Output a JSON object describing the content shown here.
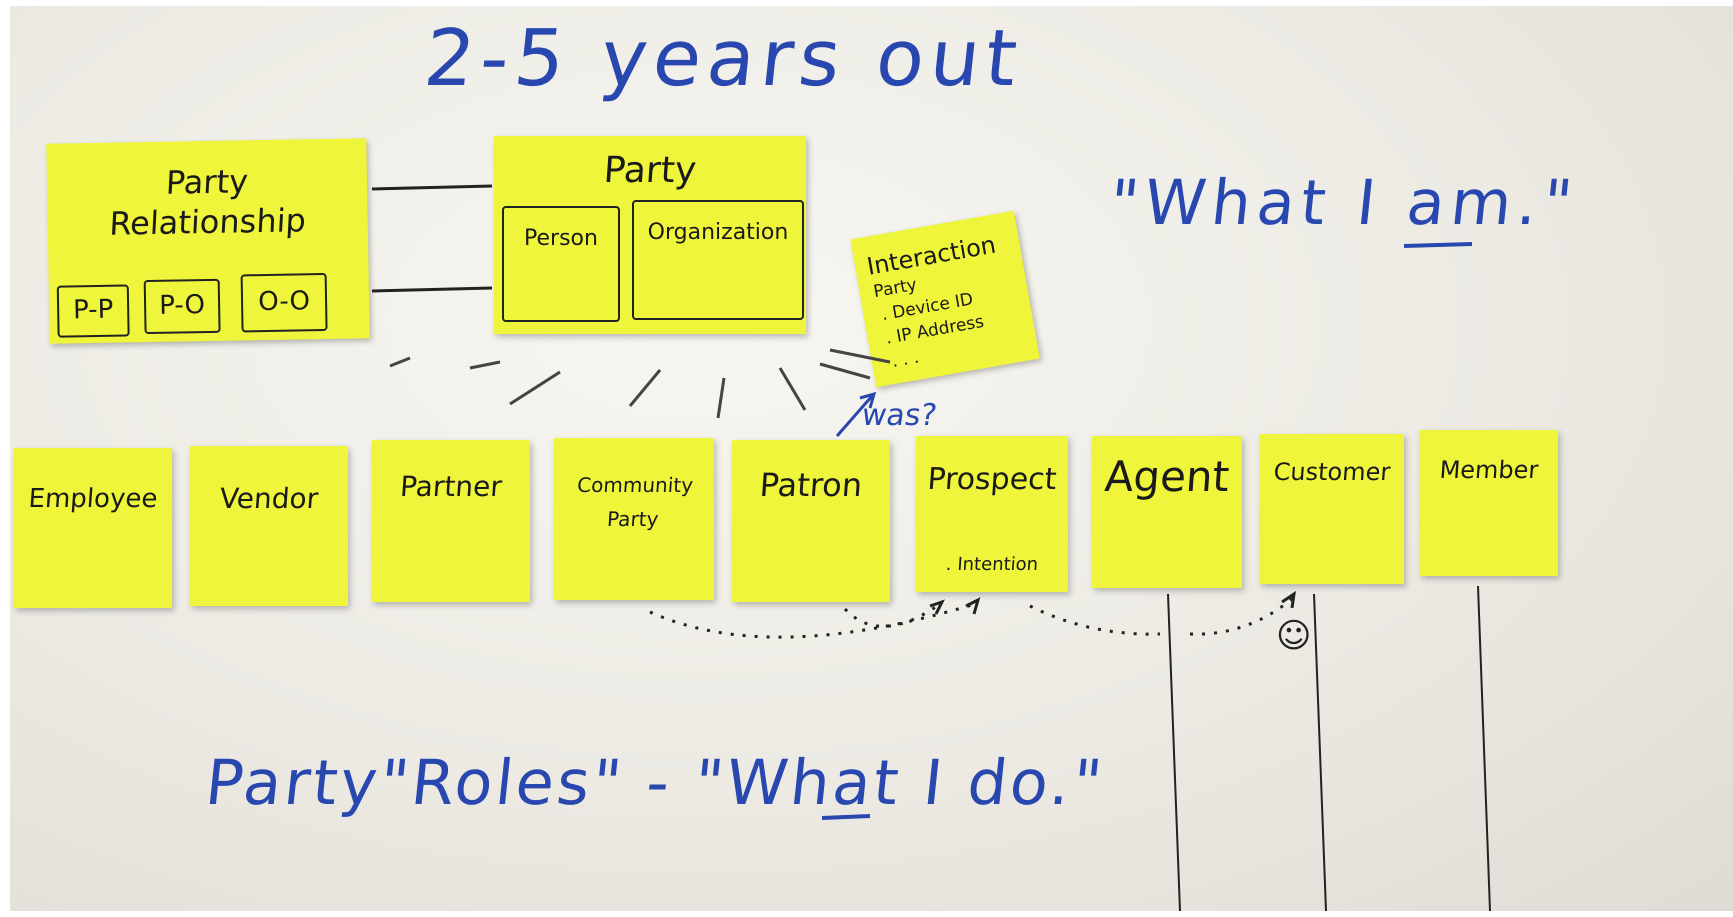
{
  "title": "2-5 years out",
  "what_i_am": "\"What I am.\"",
  "party_roles_caption": "Party\"Roles\" - \"What I do.\"",
  "party_relationship": {
    "label_line1": "Party",
    "label_line2": "Relationship",
    "boxes": [
      "P-P",
      "P-O",
      "O-O"
    ]
  },
  "party": {
    "label": "Party",
    "boxes": [
      "Person",
      "Organization"
    ]
  },
  "interaction": {
    "title": "Interaction",
    "line2": "Party",
    "items": [
      ". Device ID",
      ". IP Address",
      ". . ."
    ]
  },
  "was_annotation": "was?",
  "roles": [
    {
      "label": "Employee"
    },
    {
      "label": "Vendor"
    },
    {
      "label": "Partner"
    },
    {
      "label": "Community Party"
    },
    {
      "label": "Patron"
    },
    {
      "label": "Prospect",
      "sub": ". Intention"
    },
    {
      "label": "Agent"
    },
    {
      "label": "Customer"
    },
    {
      "label": "Member"
    }
  ],
  "smiley": "☺",
  "colors": {
    "sticky": "#eef53a",
    "marker_blue": "#2848b0",
    "marker_black": "#1a1a1a"
  }
}
